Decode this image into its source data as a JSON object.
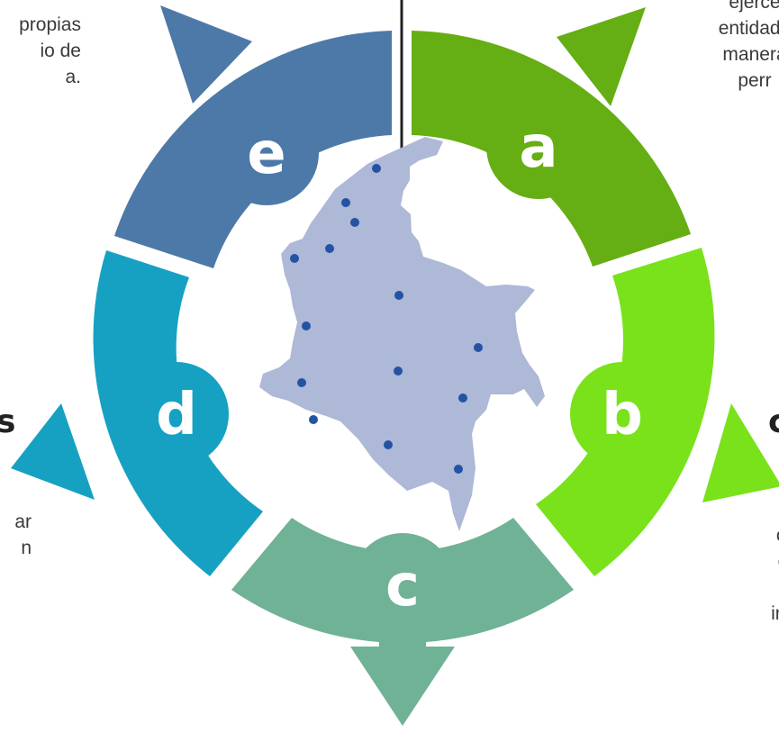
{
  "segments": [
    {
      "letter": "a",
      "color": "#65ae14"
    },
    {
      "letter": "b",
      "color": "#79e21a"
    },
    {
      "letter": "c",
      "color": "#70b295"
    },
    {
      "letter": "d",
      "color": "#16a1c3"
    },
    {
      "letter": "e",
      "color": "#4d79a8"
    }
  ],
  "text": {
    "top_left": [
      "propias",
      "io de",
      "a."
    ],
    "top_right": [
      "ejerce",
      "entidade",
      "manera",
      "perr"
    ],
    "left_bold": "s",
    "left": [
      "ar",
      "n"
    ],
    "right_bold": "c",
    "right": [
      "ca",
      "er",
      "e",
      "inte"
    ]
  },
  "map": {
    "fill": "#aeb8d7",
    "dot_color": "#2453a4"
  }
}
